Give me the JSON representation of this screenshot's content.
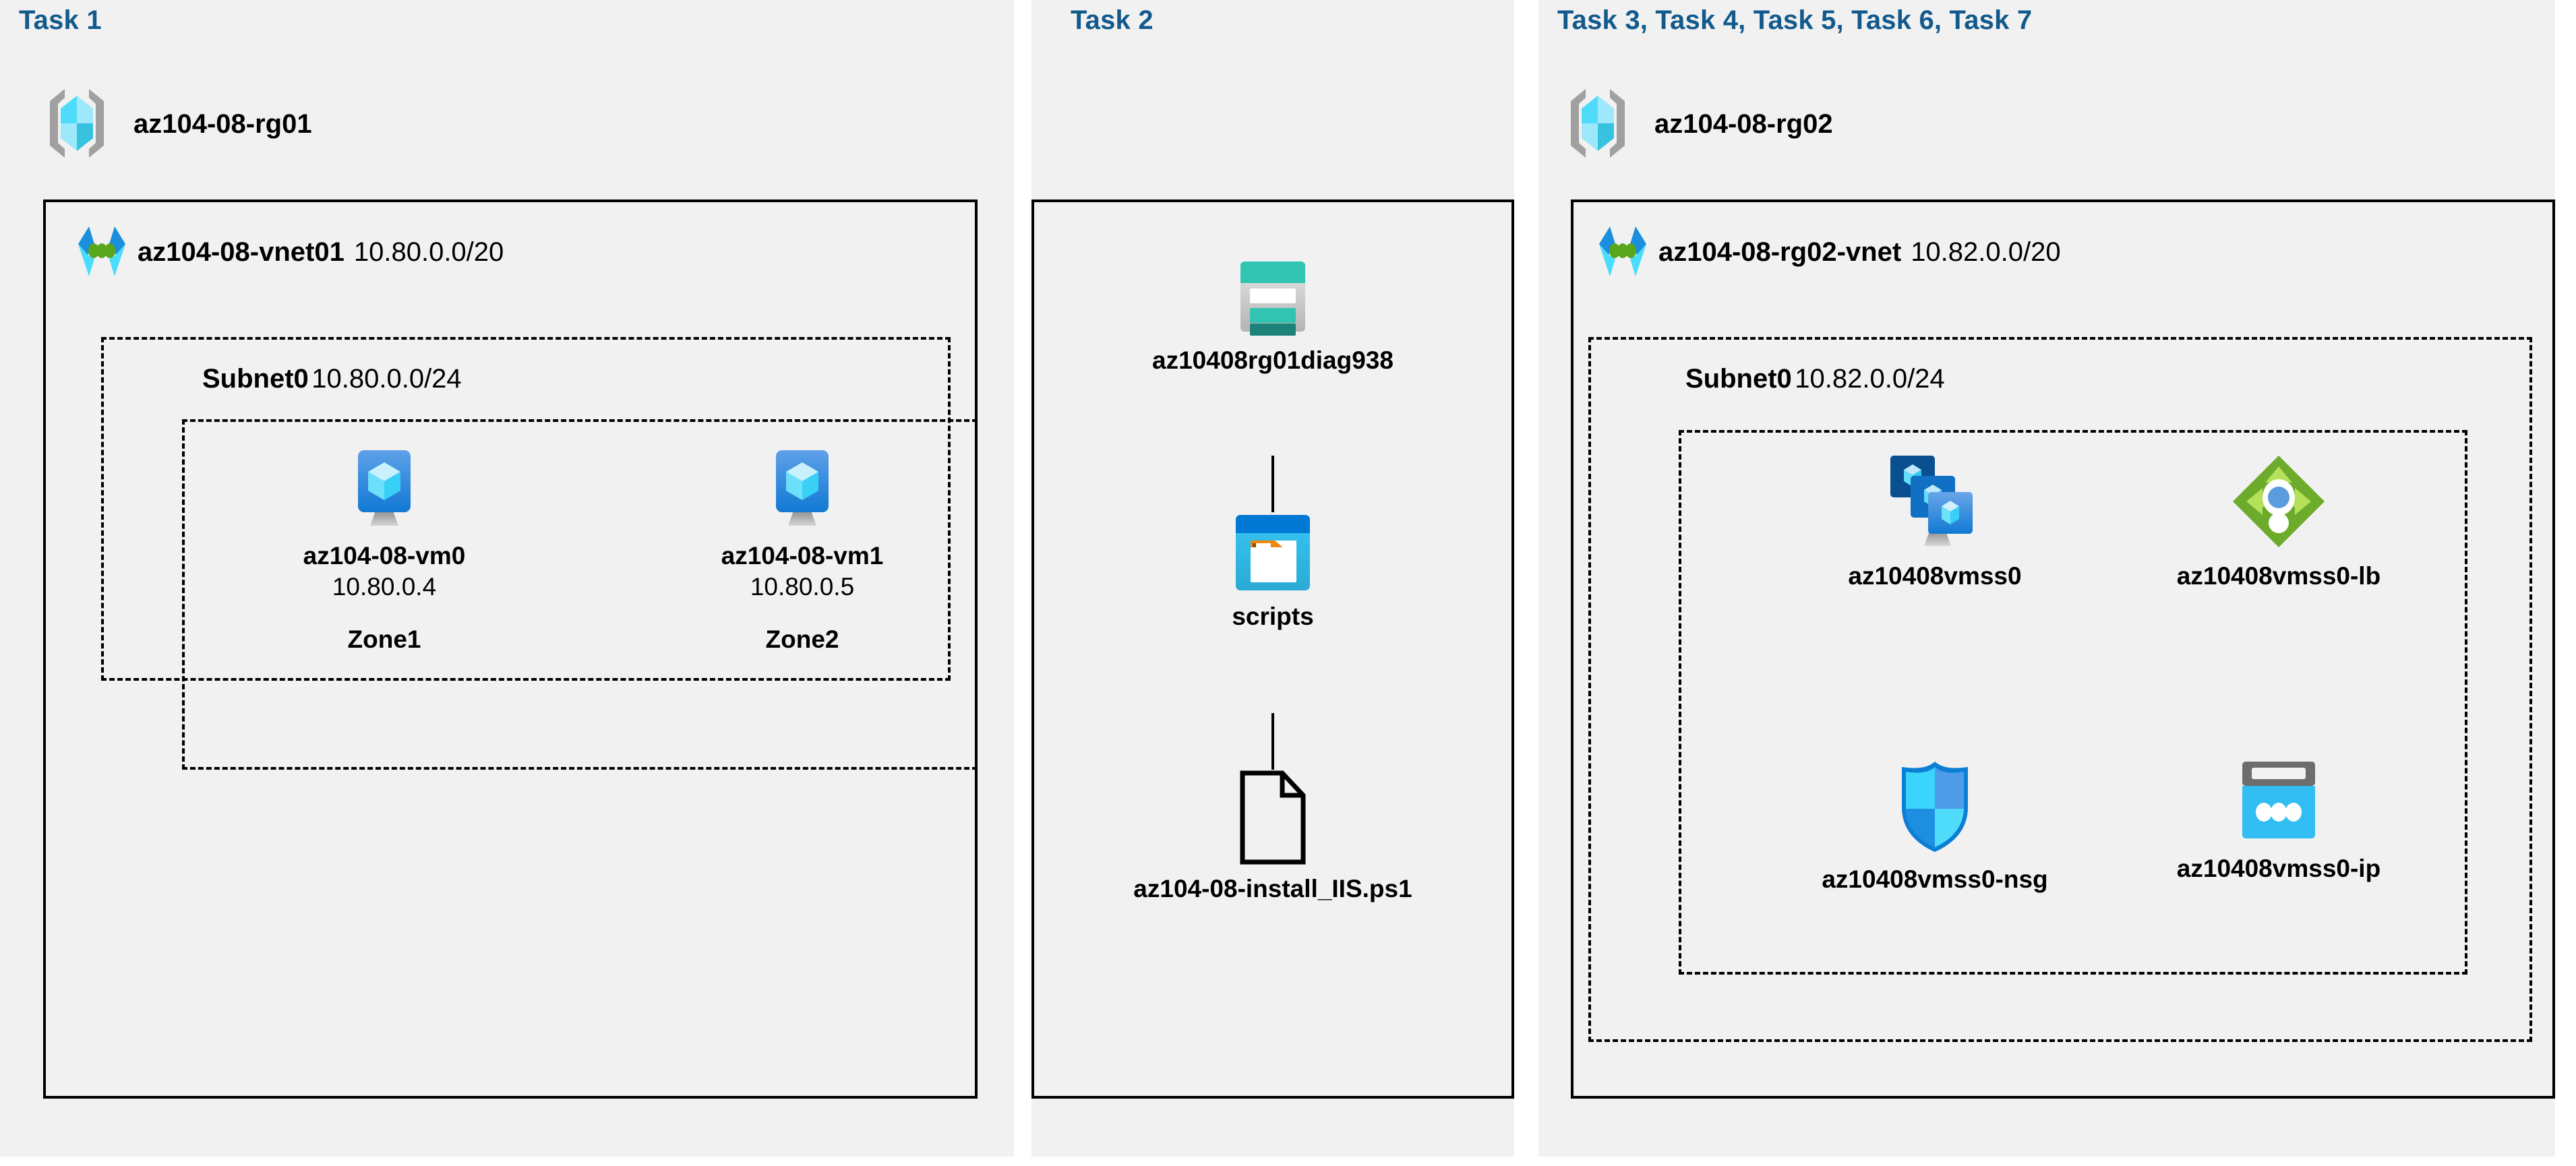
{
  "groups": [
    {
      "task_title": "Task 1",
      "resource_group": "az104-08-rg01",
      "vnet": {
        "name": "az104-08-vnet01",
        "cidr": "10.80.0.0/20"
      },
      "subnet": {
        "name": "Subnet0",
        "cidr": "10.80.0.0/24"
      },
      "vms": [
        {
          "name": "az104-08-vm0",
          "ip": "10.80.0.4",
          "zone": "Zone1"
        },
        {
          "name": "az104-08-vm1",
          "ip": "10.80.0.5",
          "zone": "Zone2"
        }
      ]
    },
    {
      "task_title": "Task 2",
      "storage_account": "az10408rg01diag938",
      "container": "scripts",
      "file": "az104-08-install_IIS.ps1"
    },
    {
      "task_title": "Task 3, Task 4, Task 5, Task 6, Task 7",
      "resource_group": "az104-08-rg02",
      "vnet": {
        "name": "az104-08-rg02-vnet",
        "cidr": "10.82.0.0/20"
      },
      "subnet": {
        "name": "Subnet0",
        "cidr": "10.82.0.0/24"
      },
      "resources": [
        {
          "name": "az10408vmss0",
          "icon": "vmss-icon"
        },
        {
          "name": "az10408vmss0-lb",
          "icon": "load-balancer-icon"
        },
        {
          "name": "az10408vmss0-nsg",
          "icon": "network-security-group-icon"
        },
        {
          "name": "az10408vmss0-ip",
          "icon": "public-ip-address-icon"
        }
      ]
    }
  ],
  "colors": {
    "task_title": "#125a8c",
    "panel_bg": "#f1f1f1",
    "border": "#000000",
    "vm_blue": "#3c8fe0",
    "storage_teal": "#37c2b1",
    "container_blue": "#0078d4",
    "lb_green": "#6cab2b",
    "nsg_blue": "#32bdf3"
  }
}
